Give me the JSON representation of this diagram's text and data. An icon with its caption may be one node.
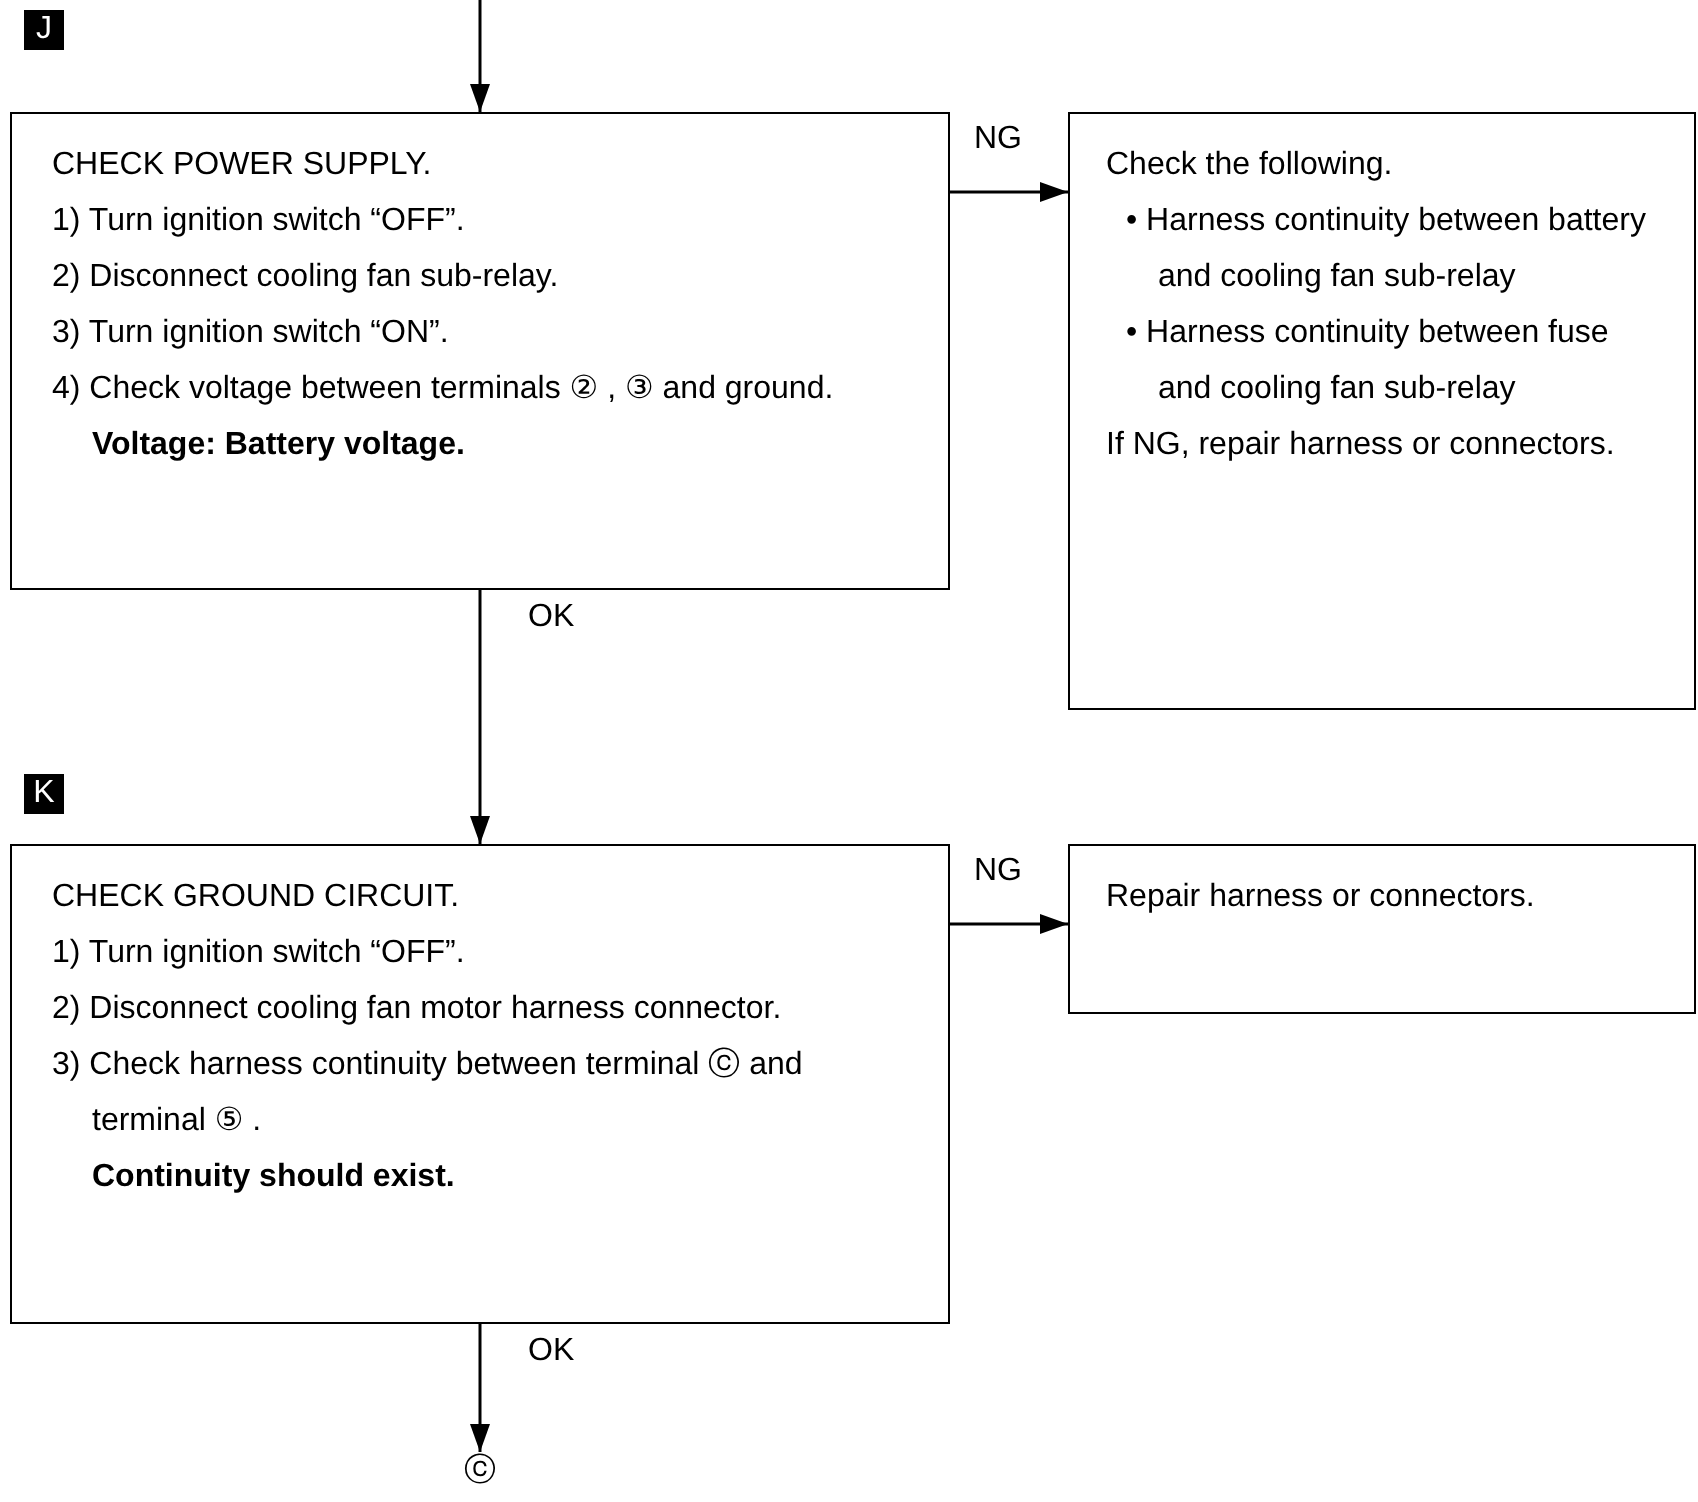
{
  "diagram": {
    "nodes": [
      {
        "text": [
          "CHECK POWER SUPPLY.",
          "1) Turn ignition switch “OFF”.",
          "2) Disconnect cooling fan sub-relay.",
          "3) Turn ignition switch “ON”.",
          "4) Check voltage between terminals ② , ③ and ground.",
          "Voltage: Battery voltage."
        ]
      },
      {
        "text": [
          "Check the following.",
          "• Harness continuity between battery and cooling fan sub-relay",
          "• Harness continuity between fuse and cooling fan sub-relay",
          "If NG, repair harness or connectors."
        ]
      },
      {
        "text": [
          "CHECK GROUND CIRCUIT.",
          "1) Turn ignition switch “OFF”.",
          "2) Disconnect cooling fan motor harness connector.",
          "3) Check harness continuity between terminal ⓒ and terminal ⑤ .",
          "Continuity should exist."
        ]
      },
      {
        "text": [
          "Repair harness or connectors."
        ]
      },
      {
        "text": [
          "ⓒ"
        ]
      }
    ],
    "edges": [
      {
        "from": null,
        "to": 0,
        "arrow": "to"
      },
      {
        "from": 0,
        "to": 1,
        "arrow": "to",
        "label": "NG"
      },
      {
        "from": 0,
        "to": 2,
        "arrow": "to",
        "label": "OK"
      },
      {
        "from": 2,
        "to": 3,
        "arrow": "to",
        "label": "NG"
      },
      {
        "from": 2,
        "to": 4,
        "arrow": "to",
        "label": "OK"
      }
    ],
    "labels": [
      "J",
      "K"
    ]
  }
}
